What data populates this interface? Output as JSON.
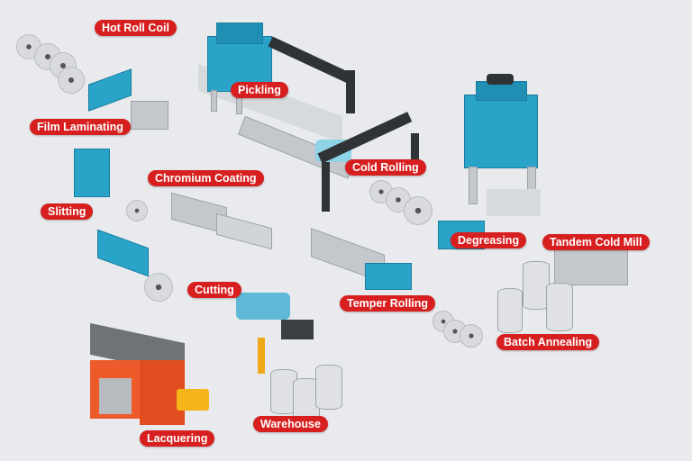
{
  "diagram": {
    "title_labels": {
      "hot_roll_coil": "Hot Roll Coil",
      "film_laminating": "Film Laminating",
      "pickling": "Pickling",
      "chromium_coating": "Chromium Coating",
      "slitting": "Slitting",
      "cold_rolling": "Cold Rolling",
      "degreasing": "Degreasing",
      "tandem_cold_mill": "Tandem Cold Mill",
      "cutting": "Cutting",
      "temper_rolling": "Temper Rolling",
      "batch_annealing": "Batch Annealing",
      "warehouse": "Warehouse",
      "lacquering": "Lacquering"
    },
    "colors": {
      "label_bg": "#d71f1f",
      "machine_blue": "#2aa3c9",
      "background": "#e8eaed"
    }
  }
}
